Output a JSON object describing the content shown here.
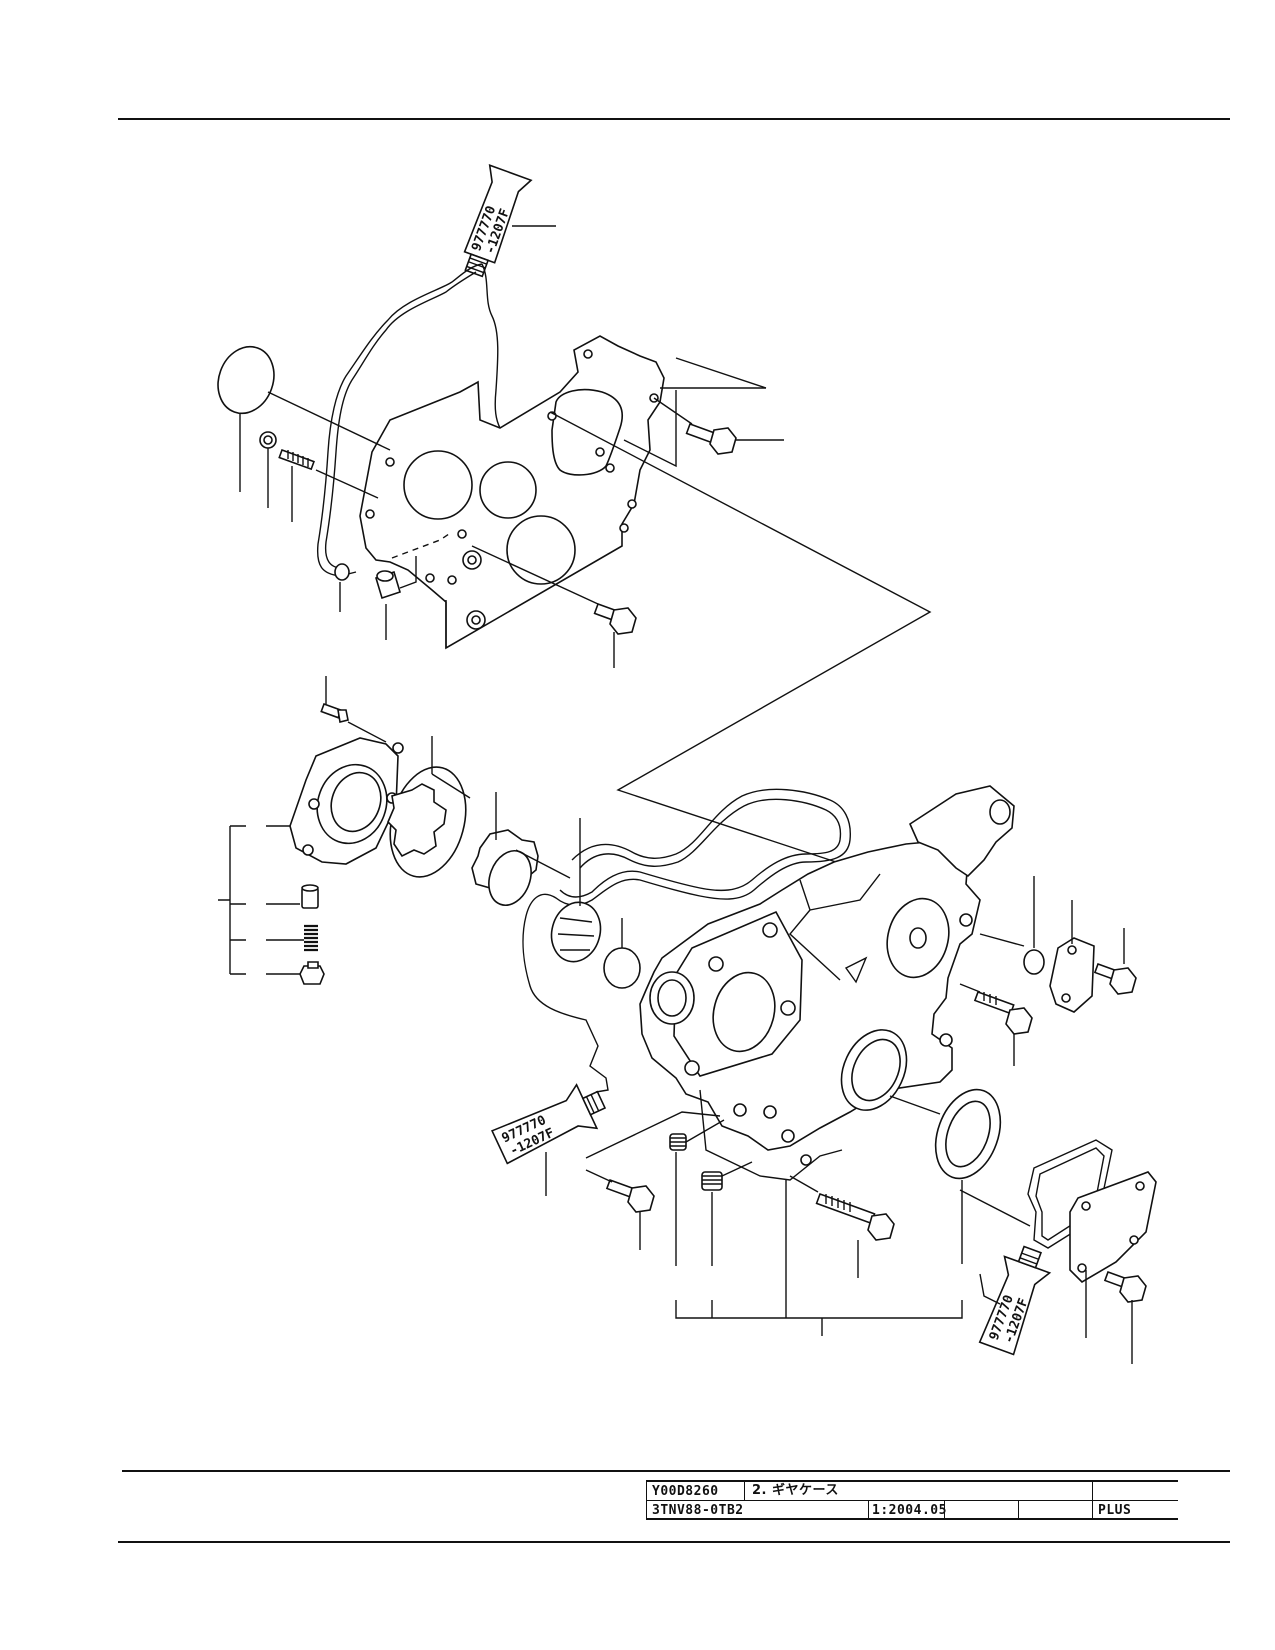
{
  "title_block": {
    "drawing_no": "Y00D8260",
    "section_title": "2. ギヤケース",
    "model": "3TNV88-0TB2",
    "scale_date": "1:2004.05",
    "edition": "PLUS"
  },
  "sealant_tubes": [
    {
      "code": "977770",
      "sub": "-1207F"
    },
    {
      "code": "977770",
      "sub": "-1207F"
    },
    {
      "code": "977770",
      "sub": "-1207F"
    }
  ]
}
